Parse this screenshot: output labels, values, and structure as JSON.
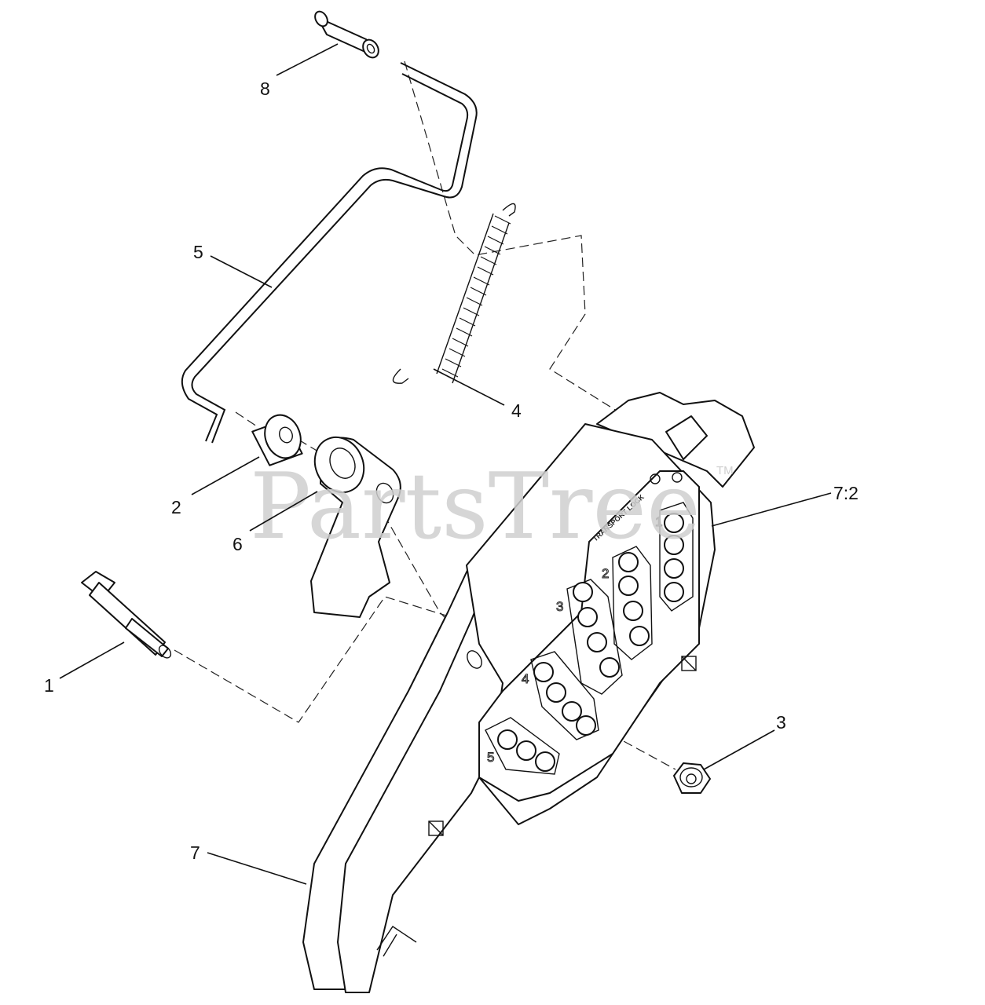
{
  "watermark": {
    "text": "PartsTree",
    "mark": "TM"
  },
  "callouts": [
    {
      "id": "8",
      "label": "8"
    },
    {
      "id": "5",
      "label": "5"
    },
    {
      "id": "4",
      "label": "4"
    },
    {
      "id": "2",
      "label": "2"
    },
    {
      "id": "6",
      "label": "6"
    },
    {
      "id": "7-2",
      "label": "7:2"
    },
    {
      "id": "1",
      "label": "1"
    },
    {
      "id": "3",
      "label": "3"
    },
    {
      "id": "7",
      "label": "7"
    }
  ],
  "plate": {
    "title": "TRANSPORT LOCK",
    "positions": [
      "1",
      "2",
      "3",
      "4",
      "5"
    ]
  }
}
